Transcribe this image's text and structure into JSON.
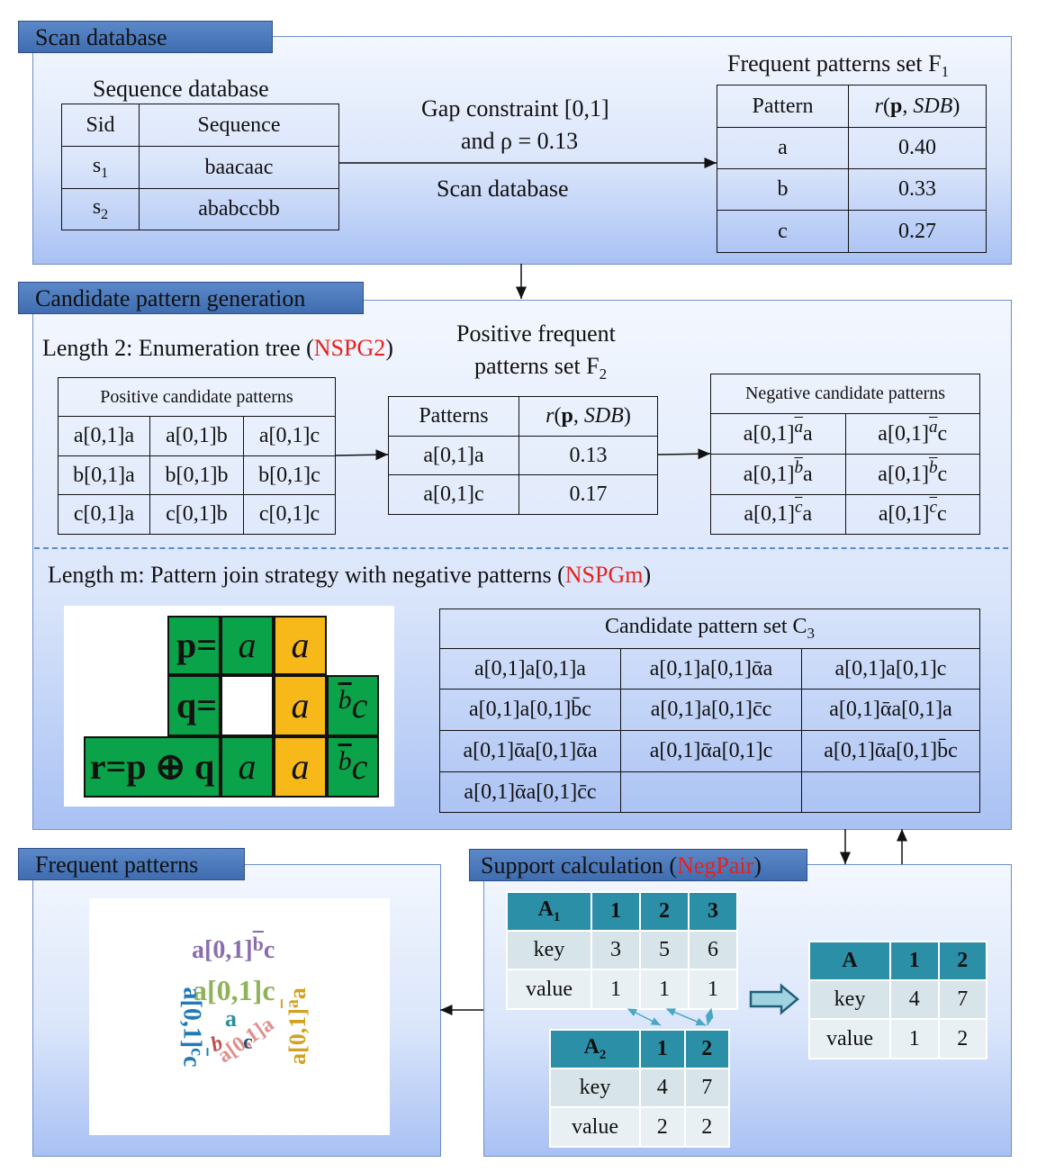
{
  "sections": {
    "scan": "Scan database",
    "candidate": "Candidate pattern generation",
    "frequent": "Frequent patterns",
    "support_prefix": "Support calculation (",
    "support_red": "NegPair",
    "support_suffix": ")"
  },
  "scan": {
    "seq_title": "Sequence database",
    "seq_headers": [
      "Sid",
      "Sequence"
    ],
    "seq_rows": [
      {
        "sid": "s",
        "sub": "1",
        "seq": "baacaac"
      },
      {
        "sid": "s",
        "sub": "2",
        "seq": "ababccbb"
      }
    ],
    "gap_line1": "Gap constraint [0,1]",
    "gap_line2": "and ρ = 0.13",
    "arrow_label": "Scan database",
    "f1_title": "Frequent patterns set F",
    "f1_sub": "1",
    "f1_headers": [
      "Pattern",
      "r(p, SDB)"
    ],
    "f1_rows": [
      [
        "a",
        "0.40"
      ],
      [
        "b",
        "0.33"
      ],
      [
        "c",
        "0.27"
      ]
    ]
  },
  "candidate": {
    "len2_prefix": "Length 2: Enumeration tree (",
    "len2_red": "NSPG2",
    "len2_suffix": ")",
    "pos_title": "Positive candidate patterns",
    "pos_rows": [
      [
        "a[0,1]a",
        "a[0,1]b",
        "a[0,1]c"
      ],
      [
        "b[0,1]a",
        "b[0,1]b",
        "b[0,1]c"
      ],
      [
        "c[0,1]a",
        "c[0,1]b",
        "c[0,1]c"
      ]
    ],
    "f2_title_line1": "Positive frequent",
    "f2_title_line2": "patterns set F",
    "f2_sub": "2",
    "f2_headers": [
      "Patterns",
      "r(p, SDB)"
    ],
    "f2_rows": [
      [
        "a[0,1]a",
        "0.13"
      ],
      [
        "a[0,1]c",
        "0.17"
      ]
    ],
    "neg_title": "Negative candidate patterns",
    "neg_rows": [
      [
        "a[0,1]",
        "a",
        "a",
        "a[0,1]",
        "a",
        "c"
      ],
      [
        "a[0,1]",
        "b",
        "a",
        "a[0,1]",
        "b",
        "c"
      ],
      [
        "a[0,1]",
        "c",
        "a",
        "a[0,1]",
        "c",
        "c"
      ]
    ],
    "lenm_prefix": "Length m: Pattern join strategy with negative patterns  (",
    "lenm_red": "NSPGm",
    "lenm_suffix": ")",
    "join": {
      "p": "p=",
      "q": "q=",
      "r": "r=p ⊕ q",
      "a": "a",
      "b": "b",
      "c": "c"
    },
    "c3_title": "Candidate pattern set C",
    "c3_sub": "3",
    "c3_rows": [
      [
        "a[0,1]a[0,1]a",
        "a[0,1]a[0,1]ᾱa",
        "a[0,1]a[0,1]c"
      ],
      [
        "a[0,1]a[0,1]b̄c",
        "a[0,1]a[0,1]c̄c",
        "a[0,1]ᾱa[0,1]a"
      ],
      [
        "a[0,1]ᾱa[0,1]ᾱa",
        "a[0,1]ᾱa[0,1]c",
        "a[0,1]ᾱa[0,1]b̄c"
      ],
      [
        "a[0,1]ᾱa[0,1]c̄c",
        "",
        ""
      ]
    ]
  },
  "support": {
    "A1": {
      "name": "A",
      "sub": "1",
      "cols": [
        "1",
        "2",
        "3"
      ],
      "key_label": "key",
      "keys": [
        "3",
        "5",
        "6"
      ],
      "value_label": "value",
      "values": [
        "1",
        "1",
        "1"
      ]
    },
    "A2": {
      "name": "A",
      "sub": "2",
      "cols": [
        "1",
        "2"
      ],
      "key_label": "key",
      "keys": [
        "4",
        "7"
      ],
      "value_label": "value",
      "values": [
        "2",
        "2"
      ]
    },
    "A": {
      "name": "A",
      "cols": [
        "1",
        "2"
      ],
      "key_label": "key",
      "keys": [
        "4",
        "7"
      ],
      "value_label": "value",
      "values": [
        "1",
        "2"
      ]
    }
  },
  "wordcloud": {
    "w1": "a[0,1]",
    "w1_bar": "b",
    "w1_end": "c",
    "w2": "a[0,1]c",
    "w3": "a",
    "w4": "b",
    "w5": "c",
    "w6": "a[0,1]a",
    "w7": "a[0,1]",
    "w7_end": "c",
    "w8": "a[0,1]",
    "w8_end": "a",
    "colors": {
      "purple": "#8a6db0",
      "green": "#8fb25a",
      "teal": "#2a8f9e",
      "red": "#c0504d",
      "pink": "#e0908c",
      "blue": "#1f7ab8",
      "gold": "#d4a020"
    }
  }
}
